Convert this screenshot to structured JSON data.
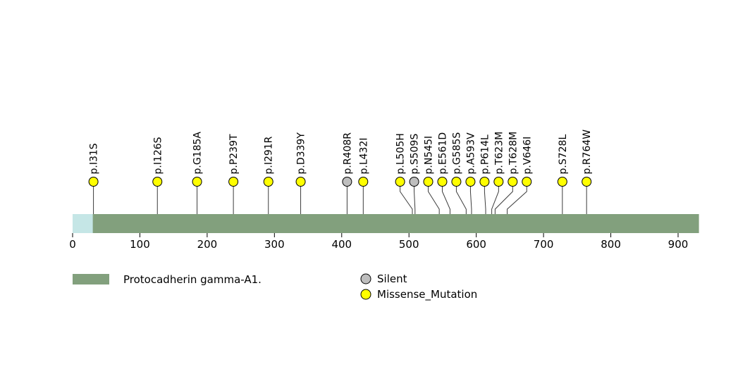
{
  "chart_data": {
    "type": "lollipop",
    "title": "",
    "protein": {
      "label": "Protocadherin gamma-A1.",
      "length": 931,
      "color": "#82A07D",
      "segments": [
        {
          "start": 0,
          "end": 30,
          "color": "#C5E6E6"
        }
      ]
    },
    "axis": {
      "min": 0,
      "max": 931,
      "ticks": [
        0,
        100,
        200,
        300,
        400,
        500,
        600,
        700,
        800,
        900
      ]
    },
    "mutation_types": {
      "Silent": "#BEBEBE",
      "Missense_Mutation": "#FFFF00"
    },
    "mutations": [
      {
        "label": "p.I31S",
        "position": 31,
        "type": "Missense_Mutation"
      },
      {
        "label": "p.I126S",
        "position": 126,
        "type": "Missense_Mutation"
      },
      {
        "label": "p.G185A",
        "position": 185,
        "type": "Missense_Mutation"
      },
      {
        "label": "p.P239T",
        "position": 239,
        "type": "Missense_Mutation"
      },
      {
        "label": "p.I291R",
        "position": 291,
        "type": "Missense_Mutation"
      },
      {
        "label": "p.D339Y",
        "position": 339,
        "type": "Missense_Mutation"
      },
      {
        "label": "p.R408R",
        "position": 408,
        "type": "Silent"
      },
      {
        "label": "p.L432I",
        "position": 432,
        "type": "Missense_Mutation"
      },
      {
        "label": "p.L505H",
        "position": 505,
        "type": "Missense_Mutation"
      },
      {
        "label": "p.S509S",
        "position": 509,
        "type": "Silent"
      },
      {
        "label": "p.N545I",
        "position": 545,
        "type": "Missense_Mutation"
      },
      {
        "label": "p.E561D",
        "position": 561,
        "type": "Missense_Mutation"
      },
      {
        "label": "p.G585S",
        "position": 585,
        "type": "Missense_Mutation"
      },
      {
        "label": "p.A593V",
        "position": 593,
        "type": "Missense_Mutation"
      },
      {
        "label": "p.P614L",
        "position": 614,
        "type": "Missense_Mutation"
      },
      {
        "label": "p.T623M",
        "position": 623,
        "type": "Missense_Mutation"
      },
      {
        "label": "p.T628M",
        "position": 628,
        "type": "Missense_Mutation"
      },
      {
        "label": "p.V646I",
        "position": 646,
        "type": "Missense_Mutation"
      },
      {
        "label": "p.S728L",
        "position": 728,
        "type": "Missense_Mutation"
      },
      {
        "label": "p.R764W",
        "position": 764,
        "type": "Missense_Mutation"
      }
    ],
    "legend": {
      "protein": {
        "label": "Protocadherin gamma-A1.",
        "color": "#82A07D",
        "swatch": "rect"
      },
      "silent": {
        "label": "Silent",
        "color": "#BEBEBE",
        "swatch": "circle"
      },
      "missense": {
        "label": "Missense_Mutation",
        "color": "#FFFF00",
        "swatch": "circle"
      }
    }
  }
}
